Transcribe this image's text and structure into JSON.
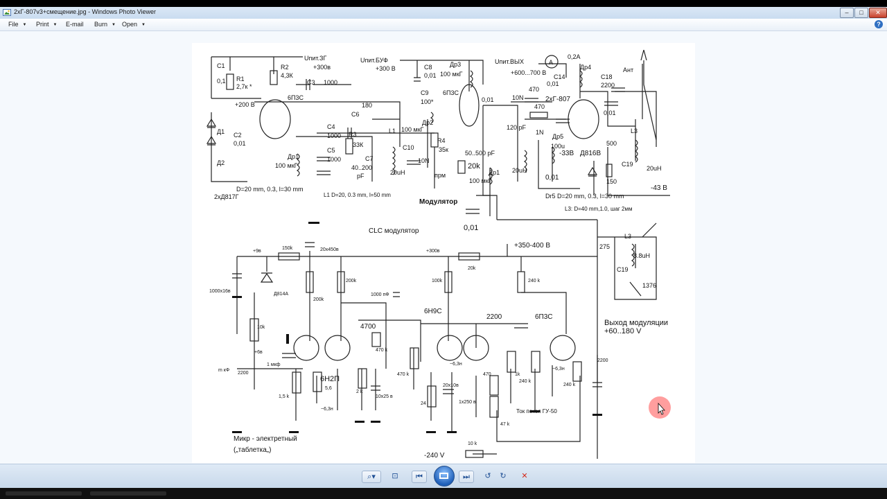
{
  "window": {
    "title": "2хГ-807v3+смещение.jpg - Windows Photo Viewer",
    "minimize_glyph": "‒",
    "maximize_glyph": "□",
    "close_glyph": "✕"
  },
  "menu": {
    "items": [
      {
        "label": "File"
      },
      {
        "label": "Print"
      },
      {
        "label": "E-mail"
      },
      {
        "label": "Burn"
      },
      {
        "label": "Open"
      }
    ],
    "help_glyph": "?"
  },
  "schematic": {
    "top_labels": {
      "c1": "C1",
      "r1": "R1",
      "c1_val": "0,1",
      "r1_val": "2,7к *",
      "r2": "R2",
      "r2_val": "4,3К",
      "upit3g": "Uпит.ЗГ",
      "v300a": "+300в",
      "c3": "C3",
      "c3_val": "1000",
      "tube1": "6П3С",
      "plus200": "+200 В",
      "d1": "Д1",
      "d2": "Д2",
      "c2": "C2",
      "c2_val": "0,01",
      "c4": "C4",
      "c4_val": "1000",
      "c5": "C5",
      "c5_val": "1000",
      "r3": "R3",
      "r3_val": "33К",
      "c6": "C6",
      "c6_val": "180",
      "c7": "C7",
      "c7_range": "40..200",
      "c7_unit": "pF",
      "l1": "L1",
      "l1_val": "20uH",
      "dr1_name": "Др1",
      "dr1_val": "100 мкГ",
      "d_note": "D=20 mm, 0.3,  l=30 mm",
      "d817": "2хД817Г",
      "l1_note": "L1  D=20, 0.3 mm, l=50 mm",
      "upitbuf": "Uпит.БУФ",
      "v300b": "+300 В",
      "c8": "C8",
      "c8_val": "0,01",
      "dr3": "Др3",
      "dr3_val": "100 мкГ",
      "c9": "C9",
      "c9_val": "100*",
      "tube2": "6П3С",
      "v001a": "0,01",
      "dr2": "Др2",
      "dr2_val": "100 мкГ",
      "r4": "R4",
      "r4_val": "35к",
      "c10": "C10",
      "c10_val": "10N",
      "prm": "прм",
      "c50": "50..500 pF",
      "r20k": "20k",
      "dr1b": "Др1",
      "dr1b_val": "100 мкГ",
      "modulator": "Модулятор",
      "v001b": "0,01",
      "upitvyh": "Uпит.ВЫХ",
      "ammeter": "A",
      "v600": "+600...700 В",
      "amp02": "0,2А",
      "c14": "C14",
      "c14_val": "0,01",
      "dr4": "Др4",
      "c18": "C18",
      "c18_val": "2200",
      "ant": "Ант",
      "r470a": "470",
      "n10a": "10N",
      "tube3": "2хГ-807",
      "r470b": "470",
      "v001c": "0,01",
      "pf120": "120 pF",
      "n1": "1N",
      "dr5": "Др5",
      "dr5_val": "100u",
      "l3": "L3",
      "c500": "500",
      "c19": "C19",
      "l3_val": "20uH",
      "bias33": "-33В",
      "d816": "Д816В",
      "r150": "150",
      "uh20": "20uH",
      "v001d": "0,01",
      "v43": "-43 В",
      "dr5_note": "Dr5 D=20 mm, 0.3,  l=30 mm",
      "l3_note": "L3: D=40 mm,1.0, шаг 2мм"
    },
    "bottom_labels": {
      "clc": "CLC модулятор",
      "plus9": "+9в",
      "r150k": "150k",
      "c20x450": "20х450в",
      "plus300": "+300в",
      "r20k": "20k",
      "v350": "+350-400 В",
      "c1000x16": "1000х16в",
      "d814": "Д814А",
      "r200k_a": "200k",
      "r200k_b": "200k",
      "c1000pf": "1000 пФ",
      "r100k": "100k",
      "r240k_a": "240 k",
      "tube_6n9s": "6Н9С",
      "c2200_a": "2200",
      "tube_6p3s": "6П3С",
      "out_label": "Выход модуляции",
      "out_range": "+60..180 V",
      "r10k": "10k",
      "v6": "+6в",
      "c4700": "4700",
      "r470k": "470 k",
      "mkf": "1 мкф",
      "mf_left": "m кФ",
      "c2200_b": "2200",
      "tube_6n2p": "6Н2П",
      "r5_6": "5,6",
      "r2k": "2 k",
      "c10x25": "10х25 в",
      "r15k": "1,5 k",
      "r470k_b": "470 k",
      "fil_a": "~6,3н",
      "r24": "24",
      "c20x10": "20х10в",
      "fil_b": "~6,3н",
      "r470": "470",
      "r1k": "1k",
      "r240k_b": "240 k",
      "r240k_c": "240 k",
      "fil_c": "~6,3н",
      "c2200_c": "2200",
      "c1x250": "1х250 в",
      "r47k": "47 k",
      "tok": "Ток покоя ГУ-50",
      "r10k_b": "10 k",
      "v240": "-240 V",
      "mic_a": "Микр - электретный",
      "mic_b": "(„таблетка„)",
      "l3b": "L3",
      "c275": "275",
      "l3b_val": "8.8uH",
      "c19b": "C19",
      "c1376": "1376"
    }
  },
  "toolbar": {
    "zoom_glyph": "⌕▾",
    "fit_glyph": "⊡",
    "prev_glyph": "⏮",
    "next_glyph": "⏭",
    "rotate_ccw_glyph": "↺",
    "rotate_cw_glyph": "↻",
    "delete_glyph": "✕"
  },
  "colors": {
    "accent": "#1f5fb8",
    "delete": "#d42a1a",
    "cursor_highlight": "#ff6a6a"
  }
}
